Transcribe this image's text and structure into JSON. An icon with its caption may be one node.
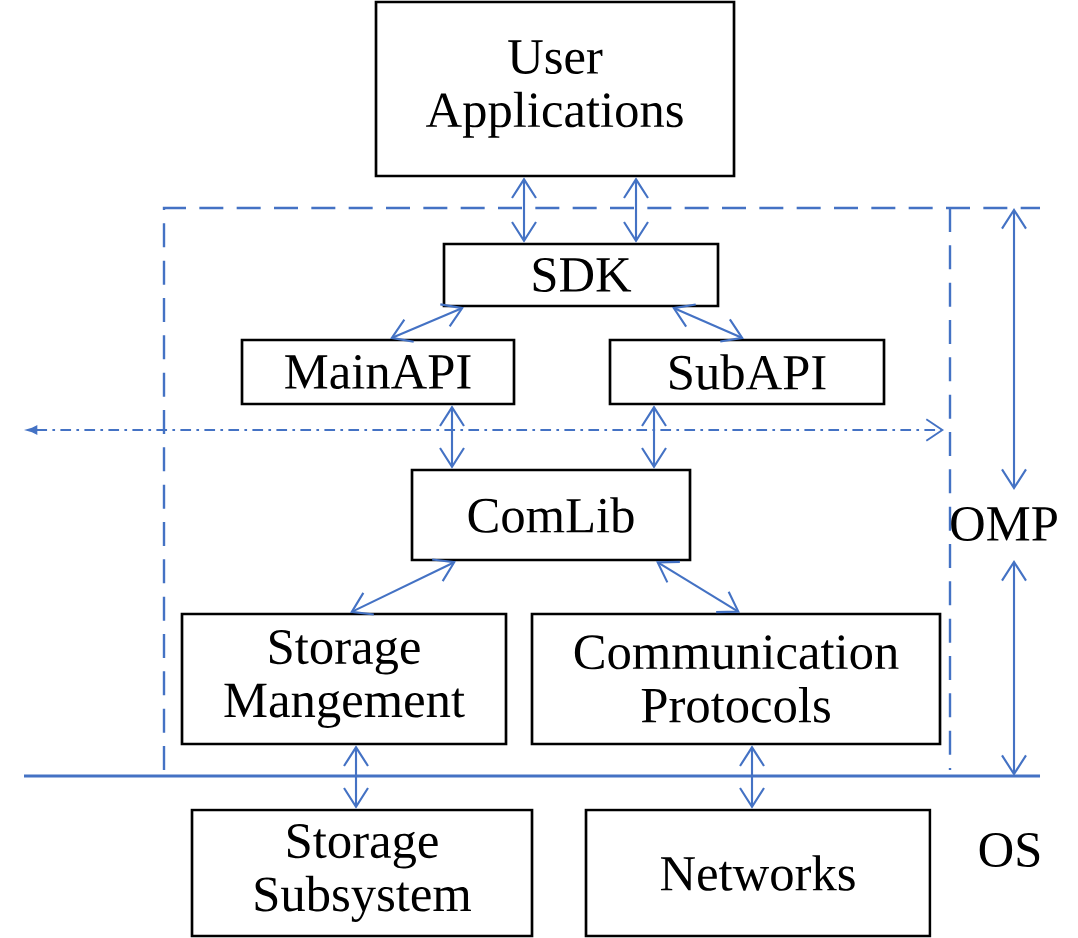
{
  "diagram": {
    "nodes": [
      {
        "text": [
          "User Applications"
        ]
      },
      {
        "text": [
          "SDK"
        ]
      },
      {
        "text": [
          "MainAPI"
        ]
      },
      {
        "text": [
          "SubAPI"
        ]
      },
      {
        "text": [
          "ComLib"
        ]
      },
      {
        "text": [
          "Storage Mangement"
        ]
      },
      {
        "text": [
          "Communication Protocols"
        ]
      },
      {
        "text": [
          "Storage Subsystem"
        ]
      },
      {
        "text": [
          "Networks"
        ]
      }
    ],
    "edges": [
      {
        "from": 0,
        "to": 1,
        "arrow": "both"
      },
      {
        "from": 0,
        "to": 1,
        "arrow": "both"
      },
      {
        "from": 1,
        "to": 2,
        "arrow": "both"
      },
      {
        "from": 1,
        "to": 3,
        "arrow": "both"
      },
      {
        "from": 2,
        "to": 4,
        "arrow": "both"
      },
      {
        "from": 3,
        "to": 4,
        "arrow": "both"
      },
      {
        "from": 4,
        "to": 5,
        "arrow": "both"
      },
      {
        "from": 4,
        "to": 6,
        "arrow": "both"
      },
      {
        "from": 5,
        "to": 7,
        "arrow": "both"
      },
      {
        "from": 6,
        "to": 8,
        "arrow": "both"
      }
    ],
    "labels": [
      "OMP",
      "OS"
    ]
  }
}
